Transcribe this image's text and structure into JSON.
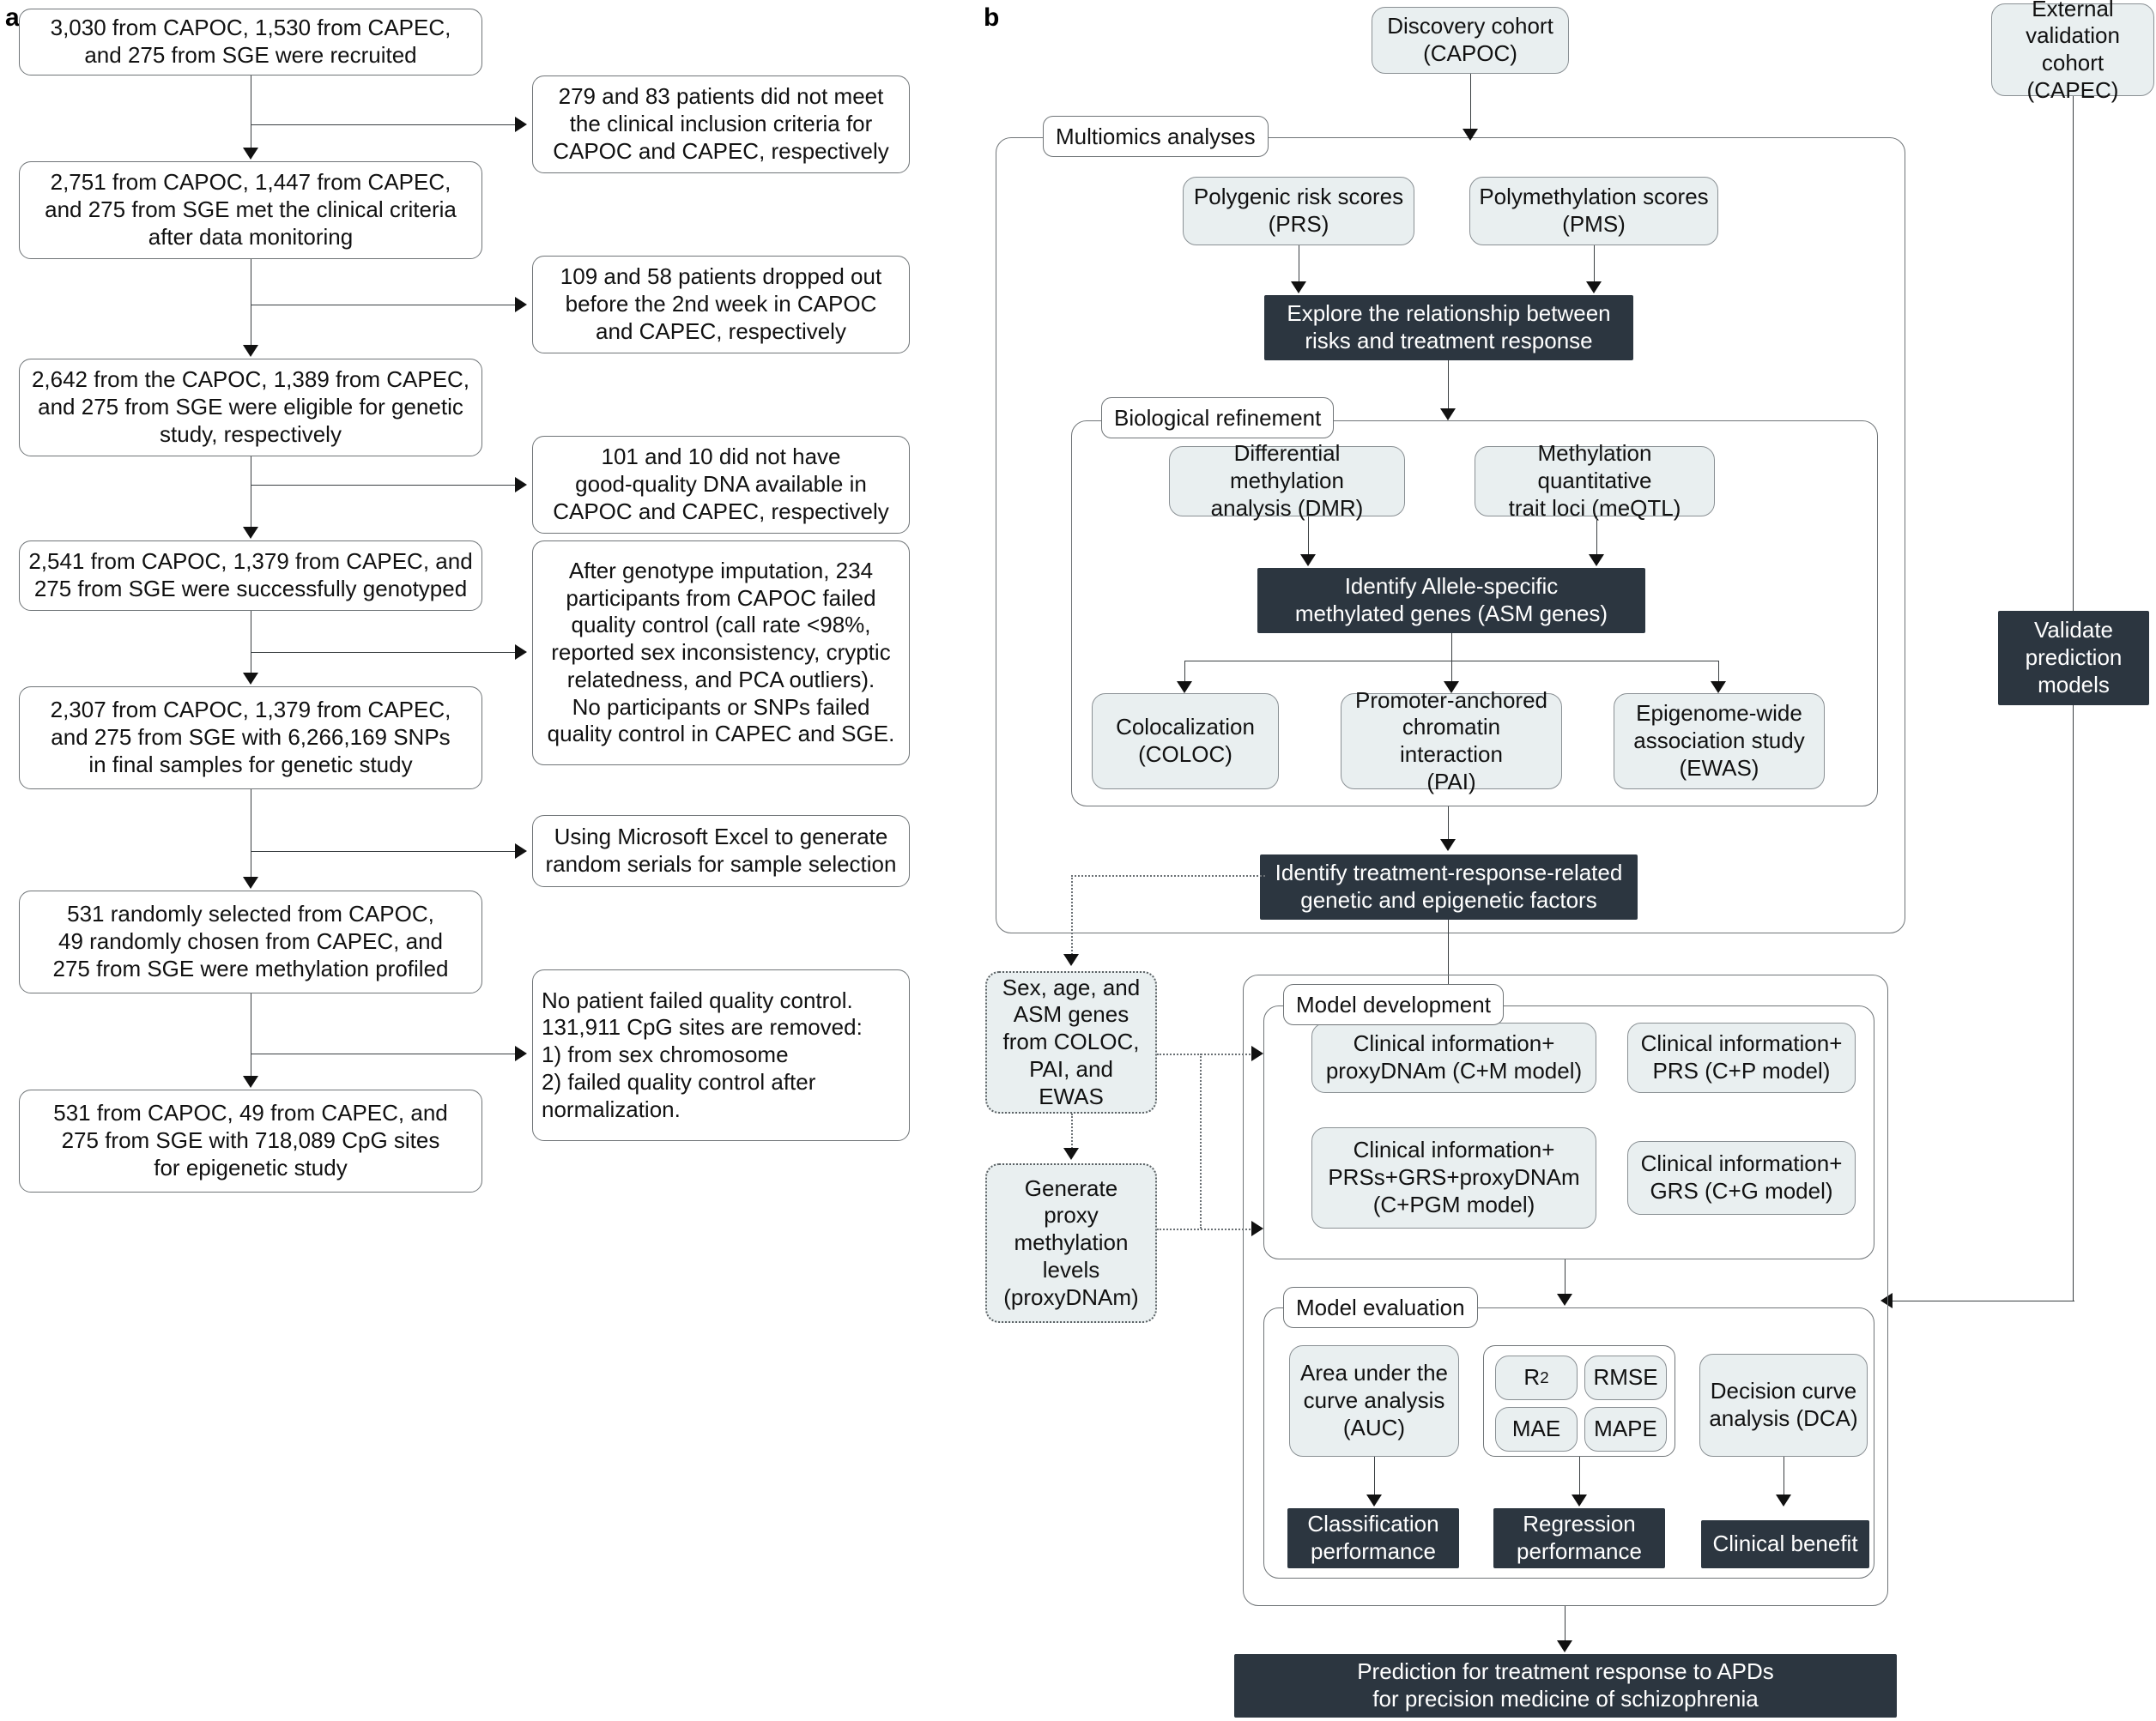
{
  "figure": {
    "panel_a_label": "a",
    "panel_b_label": "b"
  },
  "panel_a": {
    "flow_boxes": [
      {
        "id": "recruited",
        "text": "3,030 from CAPOC, 1,530 from CAPEC,\nand 275 from SGE were recruited"
      },
      {
        "id": "met-clinical-criteria",
        "text": "2,751 from CAPOC, 1,447 from CAPEC,\nand 275 from SGE met the clinical criteria\nafter data monitoring"
      },
      {
        "id": "eligible-genetic-study",
        "text": "2,642 from the CAPOC, 1,389 from CAPEC,\nand 275 from SGE were eligible for genetic\nstudy, respectively"
      },
      {
        "id": "successfully-genotyped",
        "text": "2,541 from CAPOC, 1,379 from CAPEC, and\n275 from SGE were successfully genotyped"
      },
      {
        "id": "final-genetic-samples",
        "text": "2,307 from CAPOC, 1,379 from CAPEC,\nand 275 from SGE with 6,266,169 SNPs\nin final samples for genetic study"
      },
      {
        "id": "methylation-profiled",
        "text": "531 randomly selected from CAPOC,\n49 randomly chosen from CAPEC, and\n275 from SGE were methylation profiled"
      },
      {
        "id": "final-epigenetic-samples",
        "text": "531 from CAPOC, 49 from CAPEC, and\n275 from SGE with 718,089 CpG sites\nfor epigenetic study"
      }
    ],
    "exclusion_boxes": [
      {
        "id": "inclusion-criteria-exclusion",
        "text": "279 and 83 patients did not meet\nthe clinical inclusion criteria for\nCAPOC and CAPEC, respectively"
      },
      {
        "id": "dropout-exclusion",
        "text": "109 and 58 patients dropped out\nbefore the 2nd week in CAPOC\nand CAPEC, respectively"
      },
      {
        "id": "dna-quality-exclusion",
        "text": "101 and 10 did not have\ngood-quality DNA available in\nCAPOC and CAPEC, respectively"
      },
      {
        "id": "genotype-qc-exclusion",
        "text": "After genotype imputation, 234\nparticipants from CAPOC failed\nquality control (call rate <98%,\nreported sex inconsistency, cryptic\nrelatedness, and PCA outliers).\nNo participants or SNPs failed\nquality control in CAPEC and SGE."
      },
      {
        "id": "random-serial-note",
        "text": "Using Microsoft Excel to generate\nrandom serials for sample selection"
      },
      {
        "id": "cpg-qc-note",
        "text": "No patient failed quality control.\n131,911 CpG sites are removed:\n  1) from sex chromosome\n  2) failed quality control after\n  normalization."
      }
    ]
  },
  "panel_b": {
    "discovery_cohort": "Discovery cohort\n(CAPOC)",
    "external_validation_cohort": "External\nvalidation cohort\n(CAPEC)",
    "validate_prediction_models": "Validate\nprediction\nmodels",
    "groups": {
      "multiomics": "Multiomics analyses",
      "biological_refinement": "Biological refinement",
      "model_development": "Model development",
      "model_evaluation": "Model evaluation"
    },
    "multiomics": {
      "prs": "Polygenic risk scores\n(PRS)",
      "pms": "Polymethylation scores\n(PMS)",
      "explore_relationship": "Explore the relationship between\nrisks and treatment response"
    },
    "biological_refinement": {
      "dmr": "Differential methylation\nanalysis (DMR)",
      "meqtl": "Methylation quantitative\ntrait loci (meQTL)",
      "asm_genes": "Identify Allele-specific\nmethylated genes (ASM genes)",
      "coloc": "Colocalization\n(COLOC)",
      "pai": "Promoter-anchored\nchromatin interaction\n(PAI)",
      "ewas": "Epigenome-wide\nassociation study\n(EWAS)"
    },
    "identify_factors": "Identify treatment-response-related\ngenetic and epigenetic factors",
    "feature_nodes": {
      "sex_age_asm": "Sex, age, and\nASM genes\nfrom COLOC,\nPAI, and EWAS",
      "proxy_dnam": "Generate proxy\nmethylation\nlevels\n(proxyDNAm)"
    },
    "models": [
      {
        "id": "c-m-model",
        "text": "Clinical information+\nproxyDNAm (C+M model)"
      },
      {
        "id": "c-p-model",
        "text": "Clinical information+\nPRS (C+P model)"
      },
      {
        "id": "c-pgm-model",
        "text": "Clinical information+\nPRSs+GRS+proxyDNAm\n(C+PGM model)"
      },
      {
        "id": "c-g-model",
        "text": "Clinical information+\nGRS (C+G model)"
      }
    ],
    "evaluation": {
      "auc": "Area under the\ncurve analysis\n(AUC)",
      "metrics": [
        {
          "id": "r-squared",
          "text": "R",
          "sup": "2"
        },
        {
          "id": "rmse",
          "text": "RMSE",
          "sup": ""
        },
        {
          "id": "mae",
          "text": "MAE",
          "sup": ""
        },
        {
          "id": "mape",
          "text": "MAPE",
          "sup": ""
        }
      ],
      "dca": "Decision curve\nanalysis (DCA)",
      "classification_performance": "Classification\nperformance",
      "regression_performance": "Regression\nperformance",
      "clinical_benefit": "Clinical benefit"
    },
    "final_outcome": "Prediction for treatment response to APDs\nfor precision medicine of schizophrenia"
  },
  "colors": {
    "light_node_fill": "#e9eff0",
    "dark_node_fill": "#2c3640",
    "border": "#6f7477",
    "line": "#3a3f42",
    "page_background": "#ffffff"
  }
}
